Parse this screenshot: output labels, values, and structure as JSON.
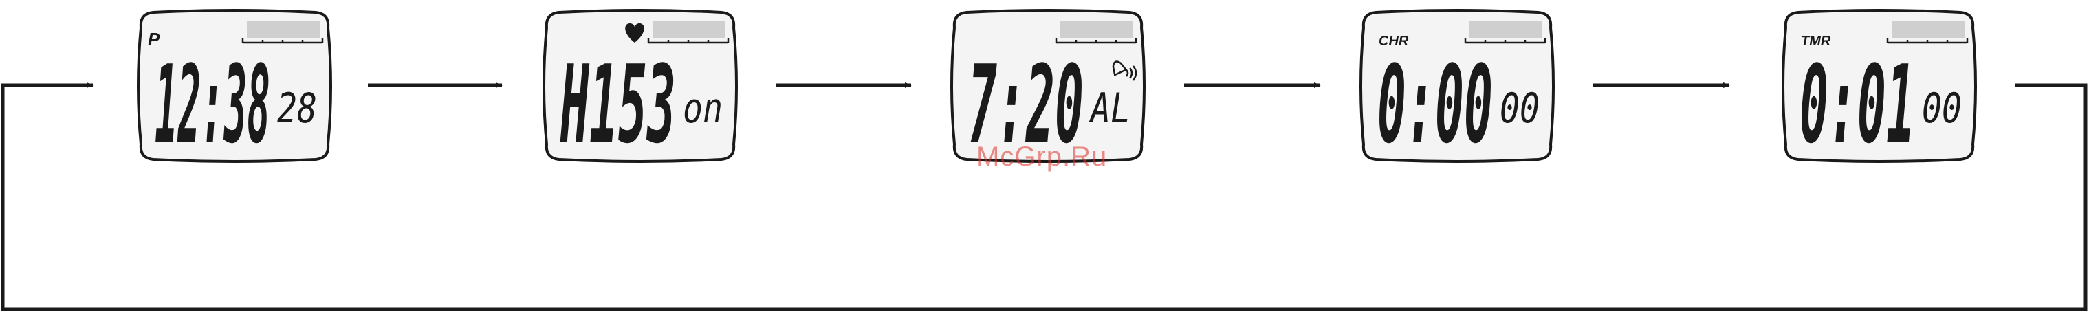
{
  "screens": [
    {
      "mode": "P",
      "mode_icon": "",
      "main": "12:38",
      "sub": "28"
    },
    {
      "mode": "",
      "mode_icon": "heart-icon",
      "main": "H153",
      "sub": "on"
    },
    {
      "mode": "",
      "mode_icon": "alarm-bell-icon",
      "main": "7:20",
      "sub": "AL"
    },
    {
      "mode": "CHR",
      "mode_icon": "",
      "main": "0:00",
      "sub": "00"
    },
    {
      "mode": "TMR",
      "mode_icon": "",
      "main": "0:01",
      "sub": "00"
    }
  ],
  "watermark": "McGrp.Ru",
  "colors": {
    "ink": "#1a1a1a",
    "lcd": "#f4f4f4",
    "bar": "#cfcfcf",
    "watermark": "#e0302a"
  }
}
